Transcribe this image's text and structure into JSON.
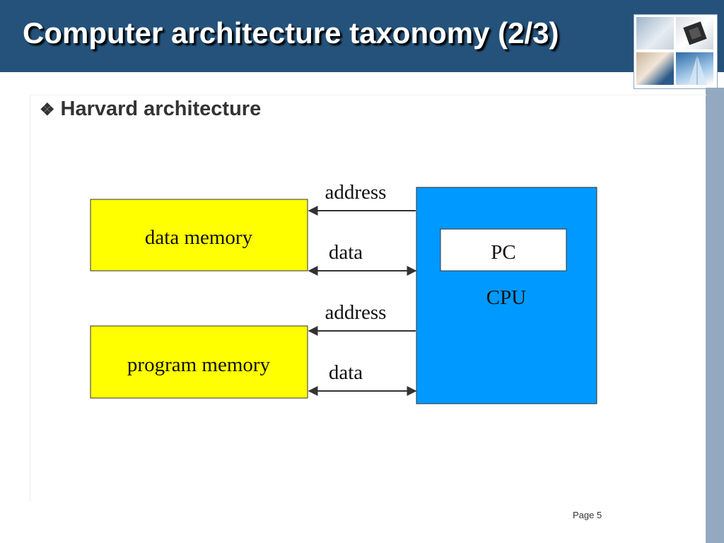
{
  "slide": {
    "title": "Computer architecture taxonomy (2/3)",
    "bullet": "Harvard architecture",
    "bullet_icon": "diamond-cluster-icon",
    "page_label": "Page 5"
  },
  "diagram": {
    "data_memory": "data memory",
    "program_memory": "program memory",
    "pc": "PC",
    "cpu": "CPU",
    "bus_labels": [
      "address",
      "data",
      "address",
      "data"
    ]
  },
  "colors": {
    "header": "#24527a",
    "memory_fill": "#ffff00",
    "cpu_fill": "#0099ff",
    "side_bar": "#93a9bf"
  },
  "icons": [
    "laptop-photo-icon",
    "microchip-photo-icon",
    "handshake-photo-icon",
    "building-photo-icon"
  ]
}
